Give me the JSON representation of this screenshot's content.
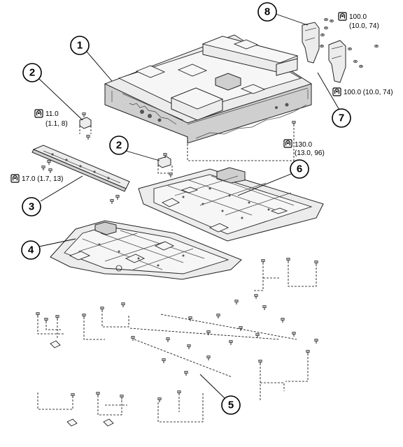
{
  "callouts": [
    {
      "id": "1",
      "label": "1"
    },
    {
      "id": "2a",
      "label": "2"
    },
    {
      "id": "2b",
      "label": "2"
    },
    {
      "id": "3",
      "label": "3"
    },
    {
      "id": "4",
      "label": "4"
    },
    {
      "id": "5",
      "label": "5"
    },
    {
      "id": "6",
      "label": "6"
    },
    {
      "id": "7",
      "label": "7"
    },
    {
      "id": "8",
      "label": "8"
    }
  ],
  "torque_specs": [
    {
      "id": "t100a",
      "line1": "100.0",
      "line2": "(10.0, 74)"
    },
    {
      "id": "t100b",
      "line1": "100.0 (10.0, 74)",
      "line2": ""
    },
    {
      "id": "t11",
      "line1": "11.0",
      "line2": "(1.1, 8)"
    },
    {
      "id": "t130",
      "line1": "130.0",
      "line2": "(13.0, 96)"
    },
    {
      "id": "t17",
      "line1": "17.0 (1.7, 13)",
      "line2": ""
    }
  ],
  "icons": {
    "torque": "torque-wrench-icon"
  },
  "colors": {
    "line": "#000000",
    "fill": "#ececec",
    "background": "#ffffff"
  }
}
